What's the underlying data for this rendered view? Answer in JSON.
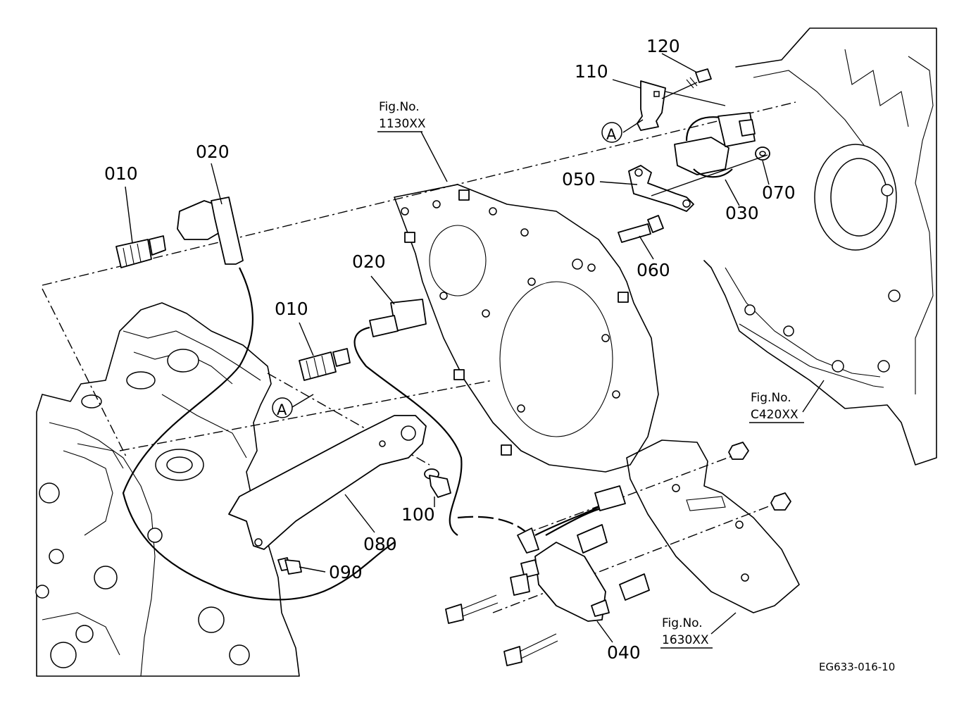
{
  "diagram": {
    "parts": {
      "p010a": "010",
      "p020a": "020",
      "p010b": "010",
      "p020b": "020",
      "p030": "030",
      "p040": "040",
      "p050": "050",
      "p060": "060",
      "p070": "070",
      "p080": "080",
      "p090": "090",
      "p100": "100",
      "p110": "110",
      "p120": "120"
    },
    "references": {
      "ref_a_top": "A",
      "ref_a_engine": "A"
    },
    "figure_refs": {
      "fig1130": {
        "line1": "Fig.No.",
        "line2": "1130XX"
      },
      "figC420": {
        "line1": "Fig.No.",
        "line2": "C420XX"
      },
      "fig1630": {
        "line1": "Fig.No.",
        "line2": "1630XX"
      }
    },
    "drawing_code": "EG633-016-10"
  }
}
